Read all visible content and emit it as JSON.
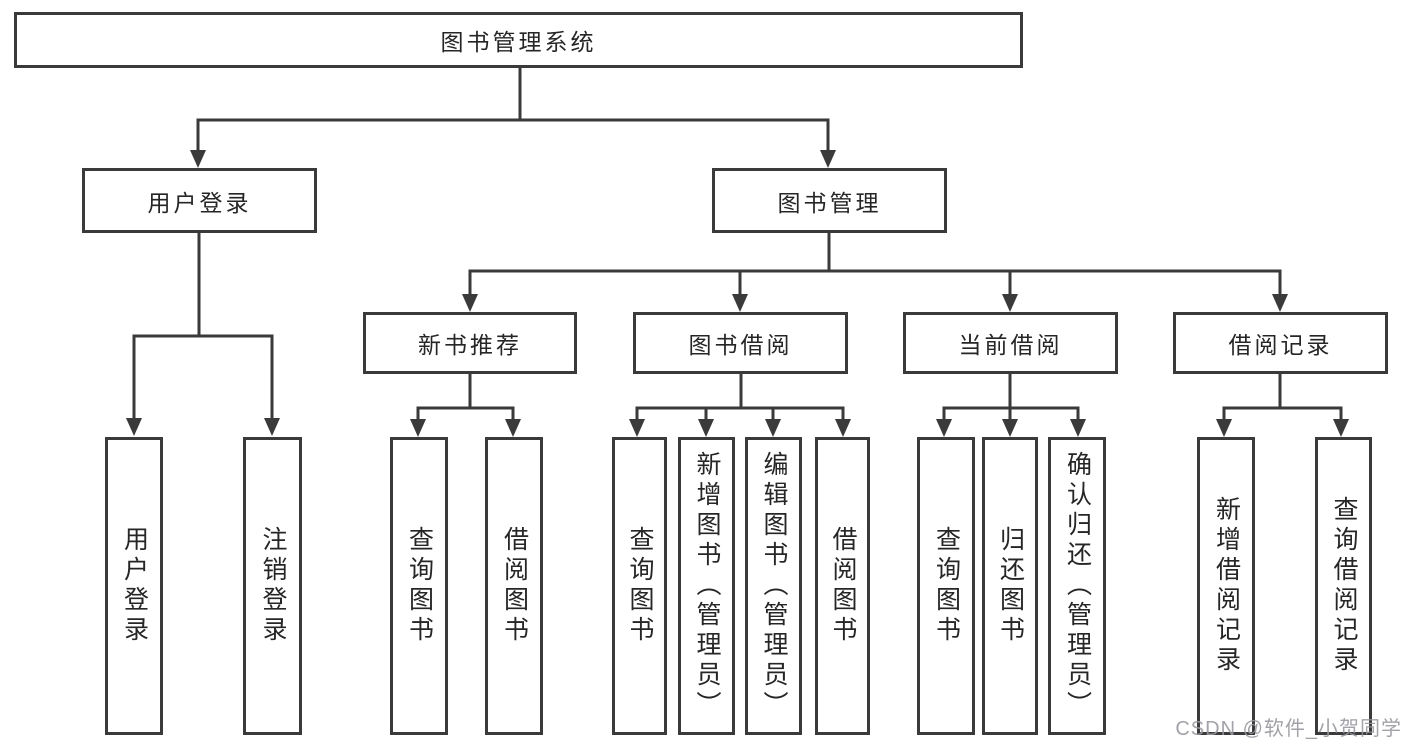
{
  "tree": {
    "root": {
      "label": "图书管理系统",
      "children": [
        {
          "label": "用户登录",
          "children": [
            {
              "label": "用户登录"
            },
            {
              "label": "注销登录"
            }
          ]
        },
        {
          "label": "图书管理",
          "children": [
            {
              "label": "新书推荐",
              "children": [
                {
                  "label": "查询图书"
                },
                {
                  "label": "借阅图书"
                }
              ]
            },
            {
              "label": "图书借阅",
              "children": [
                {
                  "label": "查询图书"
                },
                {
                  "label": "新增图书（管理员）"
                },
                {
                  "label": "编辑图书（管理员）"
                },
                {
                  "label": "借阅图书"
                }
              ]
            },
            {
              "label": "当前借阅",
              "children": [
                {
                  "label": "查询图书"
                },
                {
                  "label": "归还图书"
                },
                {
                  "label": "确认归还（管理员）"
                }
              ]
            },
            {
              "label": "借阅记录",
              "children": [
                {
                  "label": "新增借阅记录"
                },
                {
                  "label": "查询借阅记录"
                }
              ]
            }
          ]
        }
      ]
    }
  },
  "watermark": {
    "text": "CSDN @软件_小贺同学"
  },
  "colors": {
    "line": "#3a3a3a",
    "box_border": "#3a3a3a",
    "text": "#262626",
    "background": "#ffffff",
    "watermark": "#98989e"
  }
}
